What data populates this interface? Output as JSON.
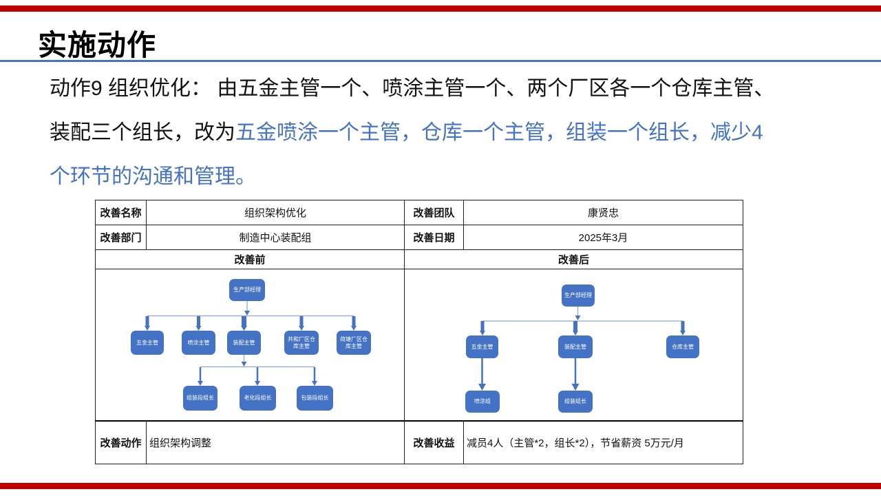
{
  "colors": {
    "accent_red": "#c00000",
    "accent_blue": "#4472c4",
    "org_box_blue": "#4472c4",
    "connector_blue": "#8aa7da"
  },
  "header": {
    "title": "实施动作"
  },
  "paragraph": {
    "line1": "动作9 组织优化： 由五金主管一个、喷涂主管一个、两个厂区各一个仓库主管、",
    "line2_black": "装配三个组长，改为",
    "line2_blue": "五金喷涂一个主管，仓库一个主管，组装一个组长，减少4",
    "line3_blue": "个环节的沟通和管理。"
  },
  "table": {
    "row1": {
      "label1": "改善名称",
      "value1": "组织架构优化",
      "label2": "改善团队",
      "value2": "康贤忠"
    },
    "row2": {
      "label1": "改善部门",
      "value1": "制造中心装配组",
      "label2": "改善日期",
      "value2": "2025年3月"
    },
    "row3": {
      "before": "改善前",
      "after": "改善后"
    },
    "row5": {
      "label1": "改善动作",
      "value1": "组织架构调整",
      "label2": "改善收益",
      "value2": "减员4人（主管*2，组长*2），节省薪资 5万元/月"
    }
  },
  "org_before": {
    "root": "生产部经理",
    "level2": [
      "五金主管",
      "喷涂主管",
      "装配主管",
      "共和厂区仓库主管",
      "荷塘厂区仓库主管"
    ],
    "level3": [
      "组装段组长",
      "老化段组长",
      "包装段组长"
    ]
  },
  "org_after": {
    "root": "生产部经理",
    "level2": [
      "五金主管",
      "装配主管",
      "仓库主管"
    ],
    "level3": [
      "喷涂组",
      "组装组长"
    ]
  }
}
